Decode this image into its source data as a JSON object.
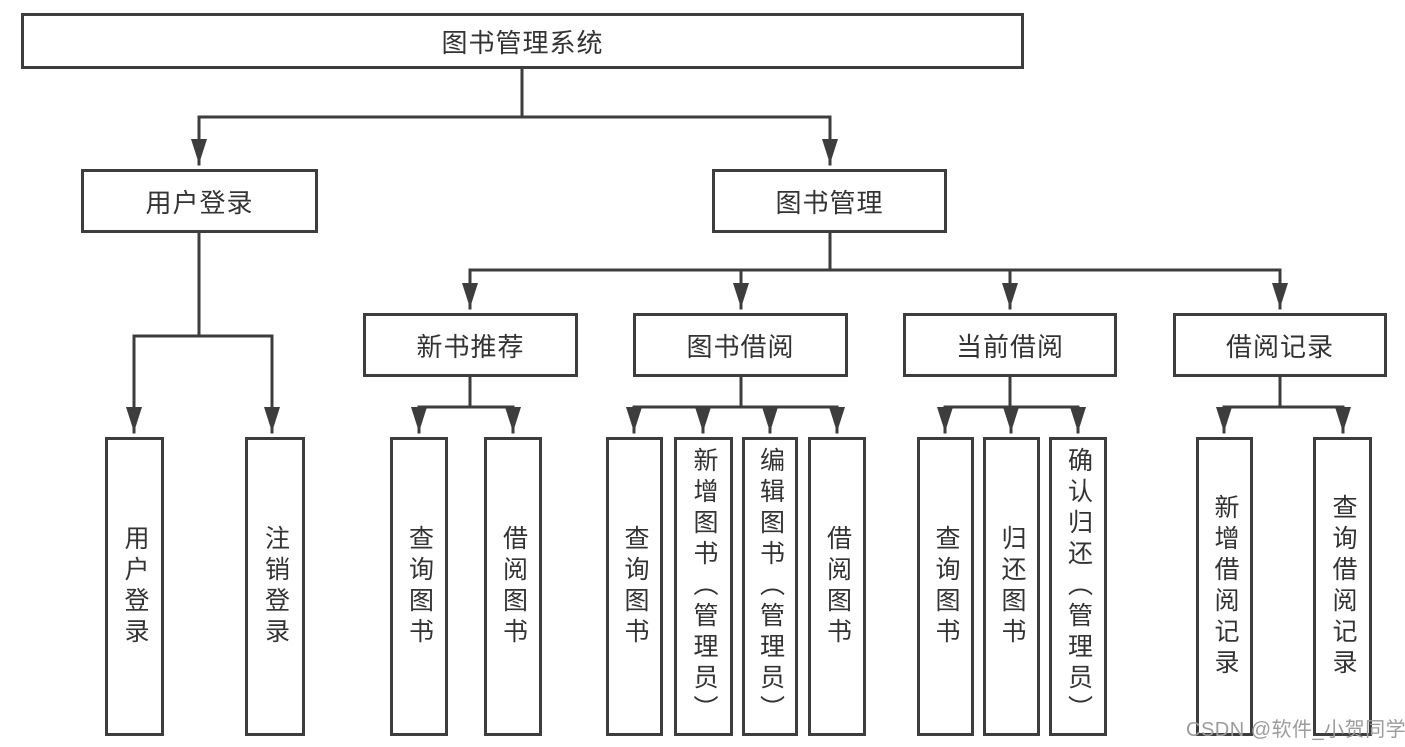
{
  "colors": {
    "line": "#3d3d3d",
    "text": "#333333",
    "watermark": "#9c9c9c",
    "bg": "#ffffff"
  },
  "tree": {
    "root": {
      "label": "图书管理系统"
    },
    "level2": [
      {
        "label": "用户登录",
        "children": [
          {
            "label": "用户登录"
          },
          {
            "label": "注销登录"
          }
        ]
      },
      {
        "label": "图书管理",
        "children": [
          {
            "label": "新书推荐",
            "children": [
              {
                "label": "查询图书"
              },
              {
                "label": "借阅图书"
              }
            ]
          },
          {
            "label": "图书借阅",
            "children": [
              {
                "label": "查询图书"
              },
              {
                "label": "新增图书（管理员）"
              },
              {
                "label": "编辑图书（管理员）"
              },
              {
                "label": "借阅图书"
              }
            ]
          },
          {
            "label": "当前借阅",
            "children": [
              {
                "label": "查询图书"
              },
              {
                "label": "归还图书"
              },
              {
                "label": "确认归还（管理员）"
              }
            ]
          },
          {
            "label": "借阅记录",
            "children": [
              {
                "label": "新增借阅记录"
              },
              {
                "label": "查询借阅记录"
              }
            ]
          }
        ]
      }
    ]
  },
  "watermark": {
    "text": "CSDN @软件_小贺同学"
  }
}
